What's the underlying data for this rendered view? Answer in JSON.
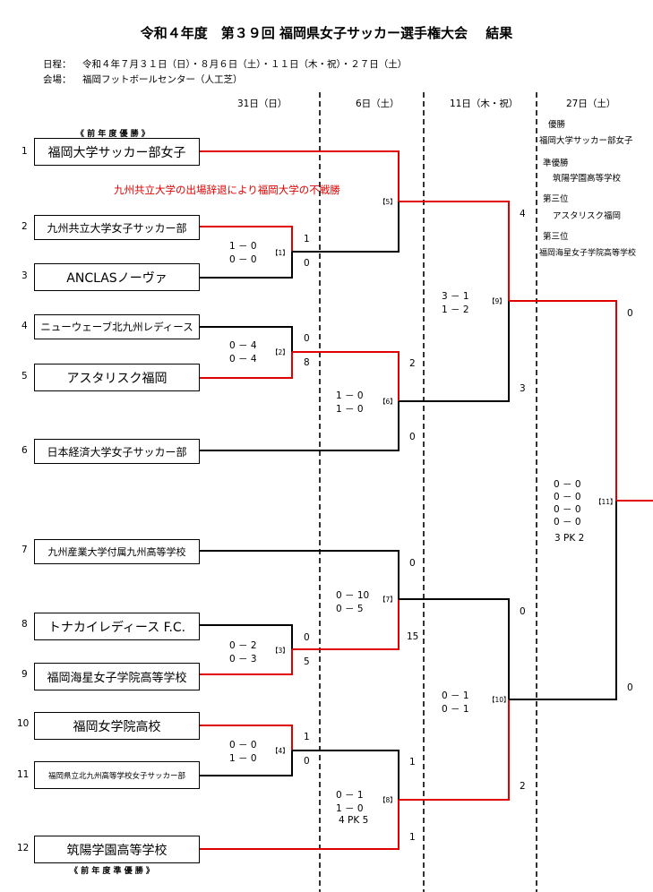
{
  "title": "令和４年度　第３９回 福岡県女子サッカー選手権大会　 結果",
  "schedule": {
    "label": "日程：",
    "value": "令和４年７月３１日（日）・８月６日（土）・１１日（木・祝）・２７日（土）"
  },
  "venue": {
    "label": "会場：",
    "value": "福岡フットボールセンター（人工芝）"
  },
  "days": [
    "31日（日）",
    "6日（土）",
    "11日（木・祝）",
    "27日（土）"
  ],
  "prev_winner_label": "《 前 年 度 優 勝 》",
  "prev_runnerup_label": "《 前 年 度 準 優 勝 》",
  "teams": [
    {
      "no": "1",
      "name": "福岡大学サッカー部女子"
    },
    {
      "no": "2",
      "name": "九州共立大学女子サッカー部"
    },
    {
      "no": "3",
      "name": "ANCLASノーヴァ"
    },
    {
      "no": "4",
      "name": "ニューウェーブ北九州レディース"
    },
    {
      "no": "5",
      "name": "アスタリスク福岡"
    },
    {
      "no": "6",
      "name": "日本経済大学女子サッカー部"
    },
    {
      "no": "7",
      "name": "九州産業大学付属九州高等学校"
    },
    {
      "no": "8",
      "name": "トナカイレディース F.C."
    },
    {
      "no": "9",
      "name": "福岡海星女子学院高等学校"
    },
    {
      "no": "10",
      "name": "福岡女学院高校"
    },
    {
      "no": "11",
      "name": "福岡県立北九州高等学校女子サッカー部"
    },
    {
      "no": "12",
      "name": "筑陽学園高等学校"
    }
  ],
  "forfeit_note": "九州共立大学の出場辞退により福岡大学の不戦勝",
  "matches": [
    {
      "id": "【1】",
      "half1": "1 － 0",
      "half2": "0 － 0",
      "top": "1",
      "bottom": "0"
    },
    {
      "id": "【2】",
      "half1": "0 － 4",
      "half2": "0 － 4",
      "top": "0",
      "bottom": "8"
    },
    {
      "id": "【3】",
      "half1": "0 － 2",
      "half2": "0 － 3",
      "top": "0",
      "bottom": "5"
    },
    {
      "id": "【4】",
      "half1": "0 － 0",
      "half2": "1 － 0",
      "top": "1",
      "bottom": "0"
    },
    {
      "id": "【5】"
    },
    {
      "id": "【6】",
      "half1": "1 － 0",
      "half2": "1 － 0",
      "top": "2",
      "bottom": "0"
    },
    {
      "id": "【7】",
      "half1": "0 － 10",
      "half2": "0 － 5",
      "top": "0",
      "bottom": "15"
    },
    {
      "id": "【8】",
      "half1": "0 － 1",
      "half2": "1 － 0",
      "pk": "4 PK 5",
      "top": "1",
      "bottom": "1"
    },
    {
      "id": "【9】",
      "half1": "3 － 1",
      "half2": "1 － 2",
      "top": "4",
      "bottom": "3"
    },
    {
      "id": "【10】",
      "half1": "0 － 1",
      "half2": "0 － 1",
      "top": "0",
      "bottom": "2"
    },
    {
      "id": "【11】",
      "lines": [
        "0 － 0",
        "0 － 0",
        "0 － 0",
        "0 － 0"
      ],
      "pk": "3 PK 2",
      "top": "0",
      "bottom": "0"
    }
  ],
  "results": {
    "winner_label": "優勝",
    "winner": "福岡大学サッカー部女子",
    "runnerup_label": "準優勝",
    "runnerup": "筑陽学園高等学校",
    "third_label": "第三位",
    "third1": "アスタリスク福岡",
    "third2_label": "第三位",
    "third2": "福岡海星女子学院高等学校"
  },
  "colors": {
    "winner_line": "#e00000",
    "line": "#000000",
    "note": "#e00000"
  }
}
